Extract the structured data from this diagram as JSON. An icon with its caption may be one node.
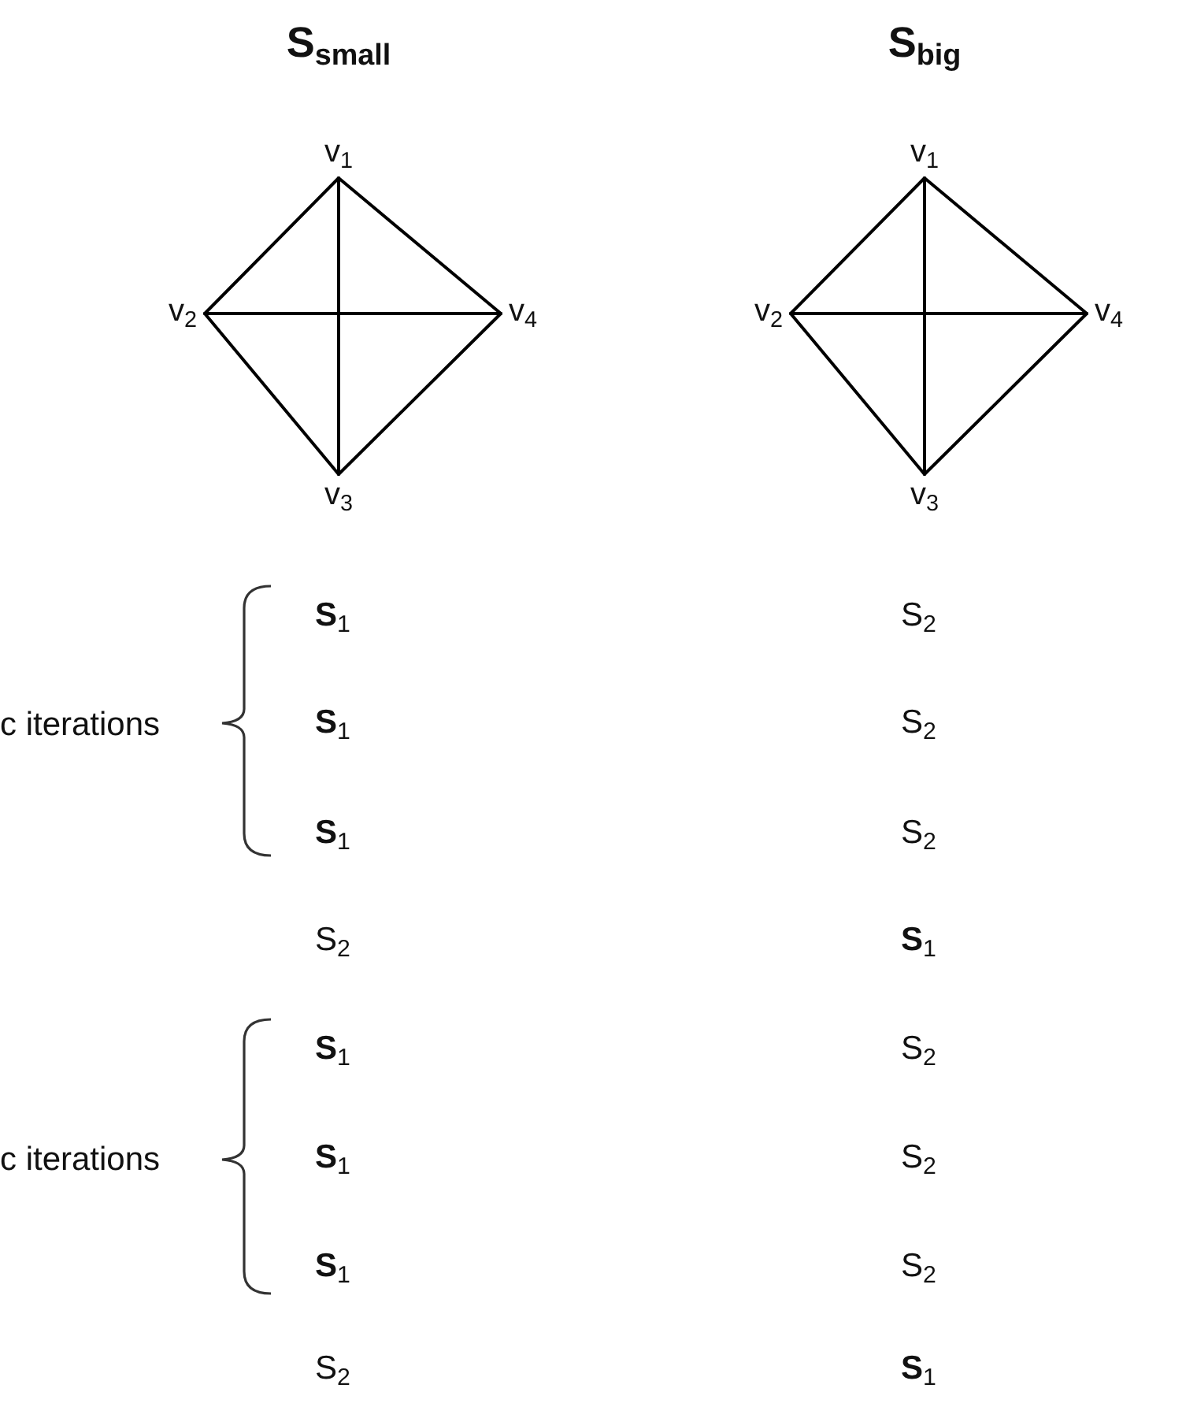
{
  "diagram": {
    "nodes": [
      {
        "text": [
          "v$_{1}$"
        ]
      },
      {
        "text": [
          "v$_{2}$"
        ]
      },
      {
        "text": [
          "v$_{3}$"
        ]
      },
      {
        "text": [
          "v$_{4}$"
        ]
      },
      {
        "text": [
          "v$_{1}$"
        ]
      },
      {
        "text": [
          "v$_{2}$"
        ]
      },
      {
        "text": [
          "v$_{3}$"
        ]
      },
      {
        "text": [
          "v$_{4}$"
        ]
      }
    ],
    "edges": [
      {
        "from": 0,
        "to": 1,
        "arrow": "none"
      },
      {
        "from": 0,
        "to": 3,
        "arrow": "none"
      },
      {
        "from": 0,
        "to": 2,
        "arrow": "none"
      },
      {
        "from": 1,
        "to": 3,
        "arrow": "none"
      },
      {
        "from": 1,
        "to": 2,
        "arrow": "none"
      },
      {
        "from": 3,
        "to": 2,
        "arrow": "none"
      },
      {
        "from": 4,
        "to": 5,
        "arrow": "none"
      },
      {
        "from": 4,
        "to": 7,
        "arrow": "none"
      },
      {
        "from": 4,
        "to": 6,
        "arrow": "none"
      },
      {
        "from": 5,
        "to": 7,
        "arrow": "none"
      },
      {
        "from": 5,
        "to": 6,
        "arrow": "none"
      },
      {
        "from": 7,
        "to": 6,
        "arrow": "none"
      }
    ],
    "labels": [
      "S$_{small}$",
      "S$_{big}$",
      "**S**$_{1}$",
      "S$_{2}$",
      "c iterations",
      "**S**$_{1}$",
      "S$_{2}$",
      "**S**$_{1}$",
      "S$_{2}$",
      "S$_{2}$",
      "**S**$_{1}$",
      "**S**$_{1}$",
      "S$_{2}$",
      "c iterations",
      "**S**$_{1}$",
      "S$_{2}$",
      "**S**$_{1}$",
      "S$_{2}$",
      "S$_{2}$",
      "**S**$_{1}$"
    ]
  }
}
